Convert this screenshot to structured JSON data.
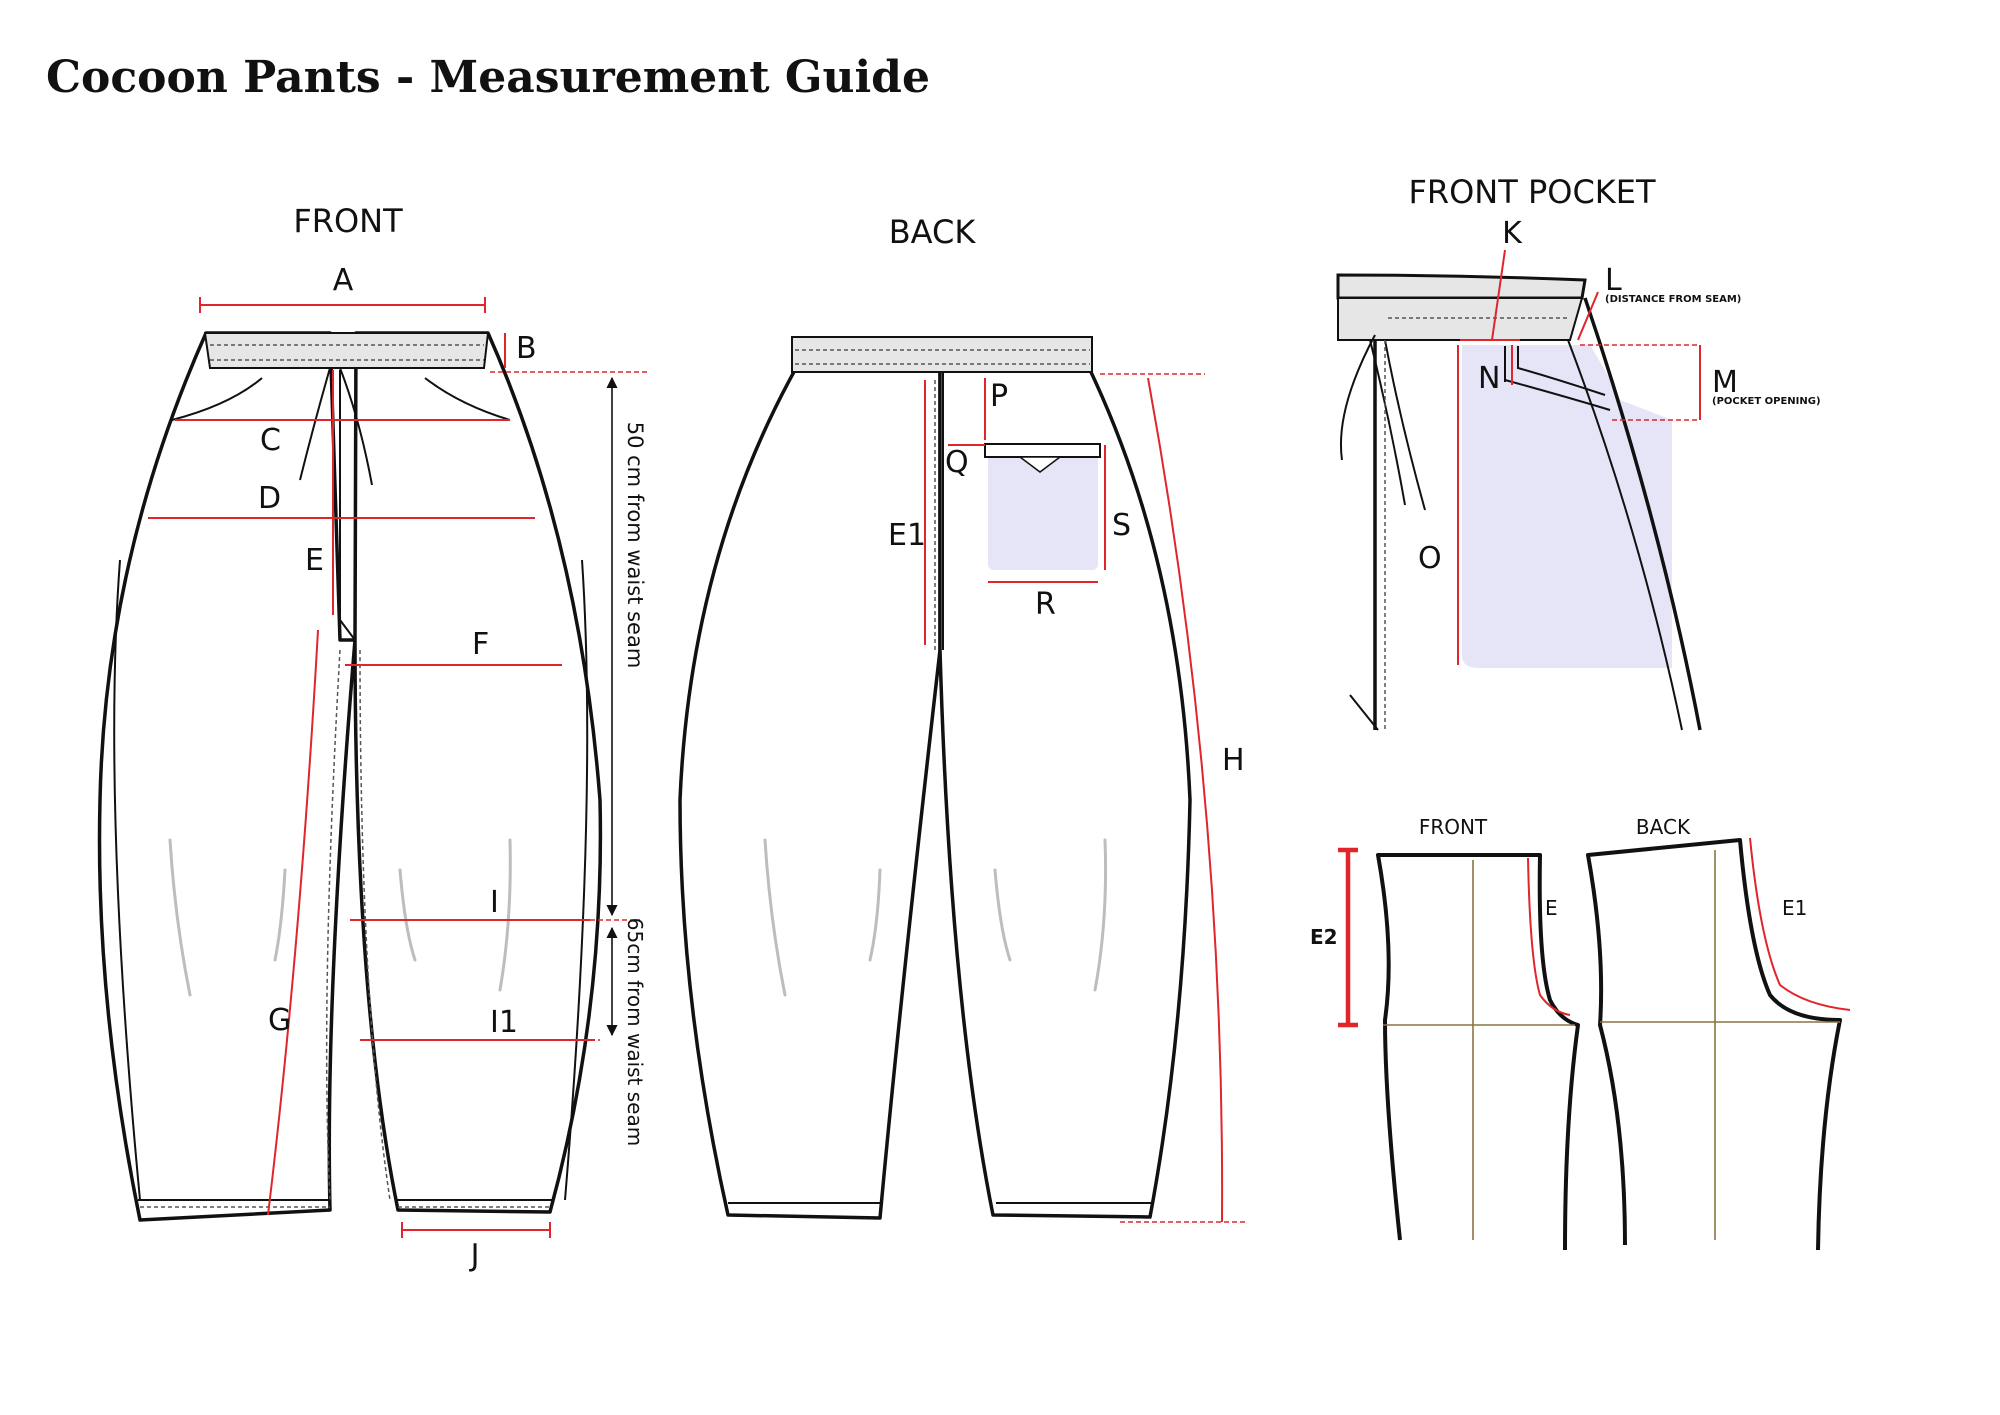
{
  "title": "Cocoon Pants - Measurement Guide",
  "views": {
    "front": "FRONT",
    "back": "BACK",
    "front_pocket": "FRONT POCKET",
    "pattern_front": "FRONT",
    "pattern_back": "BACK"
  },
  "labels": {
    "A": "A",
    "B": "B",
    "C": "C",
    "D": "D",
    "E": "E",
    "F": "F",
    "G": "G",
    "I": "I",
    "I1": "I1",
    "J": "J",
    "E1": "E1",
    "P": "P",
    "Q": "Q",
    "S": "S",
    "R": "R",
    "H": "H",
    "K": "K",
    "L": "L",
    "M": "M",
    "N": "N",
    "O": "O",
    "E2": "E2",
    "pattern_E": "E",
    "pattern_E1": "E1"
  },
  "notes": {
    "waist_50": "50 cm from waist seam",
    "waist_65": "65cm from waist seam",
    "distance_from_seam": "(DISTANCE FROM SEAM)",
    "pocket_opening": "(POCKET OPENING)"
  },
  "colors": {
    "measure_line": "#e0252b",
    "pocket_fill": "#e5e5f7",
    "grain_line": "#8a7444"
  }
}
